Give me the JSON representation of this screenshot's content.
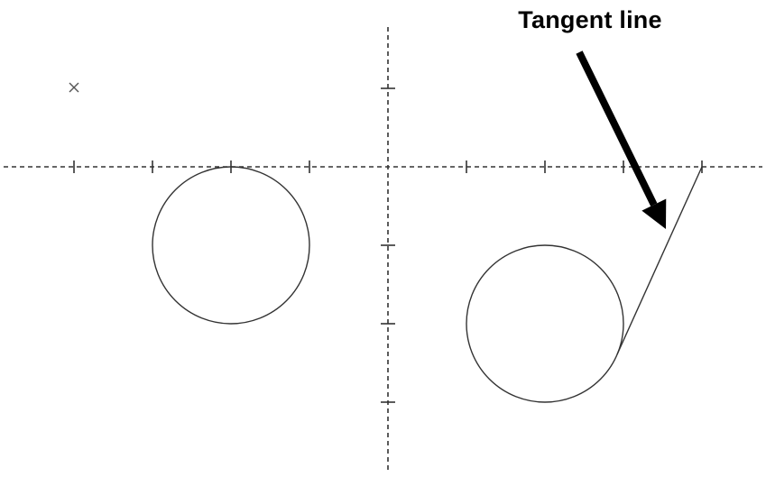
{
  "labels": {
    "tangent_line": "Tangent line"
  },
  "colors": {
    "background": "#ffffff",
    "line": "#333333",
    "axis": "#333333",
    "arrow": "#000000",
    "label": "#000000",
    "marker": "#555555"
  },
  "diagram": {
    "axis_ticks": {
      "x": [
        -4,
        -3,
        -2,
        -1,
        1,
        2,
        3,
        4
      ],
      "y": [
        1,
        -1,
        -2,
        -3
      ]
    },
    "cross_marker": {
      "x": -4,
      "y": 1
    },
    "circles": [
      {
        "center": {
          "x": -2,
          "y": -1
        },
        "radius": 1
      },
      {
        "center": {
          "x": 2,
          "y": -2
        },
        "radius": 1
      }
    ],
    "tangent_line": {
      "from": {
        "x": 4,
        "y": 0
      },
      "to": {
        "x": 2.92,
        "y": -2.39
      }
    }
  }
}
